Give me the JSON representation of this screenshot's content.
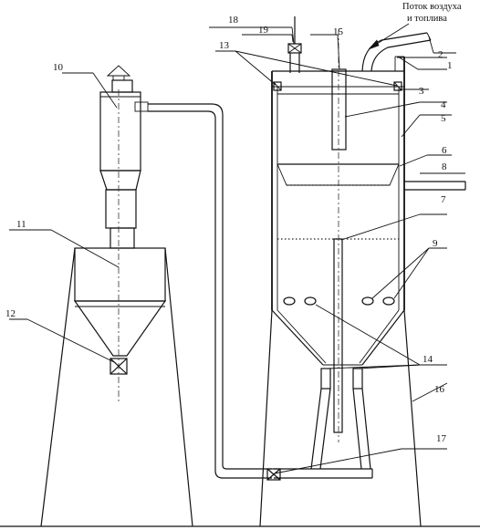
{
  "flow_label": {
    "line1": "Поток воздуха",
    "line2": "и топлива"
  },
  "callouts": [
    {
      "id": "n1",
      "text": "1"
    },
    {
      "id": "n2",
      "text": "2"
    },
    {
      "id": "n3",
      "text": "3"
    },
    {
      "id": "n4",
      "text": "4"
    },
    {
      "id": "n5",
      "text": "5"
    },
    {
      "id": "n6",
      "text": "6"
    },
    {
      "id": "n7",
      "text": "7"
    },
    {
      "id": "n8",
      "text": "8"
    },
    {
      "id": "n9",
      "text": "9"
    },
    {
      "id": "n10",
      "text": "10"
    },
    {
      "id": "n11",
      "text": "11"
    },
    {
      "id": "n12",
      "text": "12"
    },
    {
      "id": "n13",
      "text": "13"
    },
    {
      "id": "n14",
      "text": "14"
    },
    {
      "id": "n15",
      "text": "15"
    },
    {
      "id": "n16",
      "text": "16"
    },
    {
      "id": "n17",
      "text": "17"
    },
    {
      "id": "n18",
      "text": "18"
    },
    {
      "id": "n19",
      "text": "19"
    }
  ]
}
